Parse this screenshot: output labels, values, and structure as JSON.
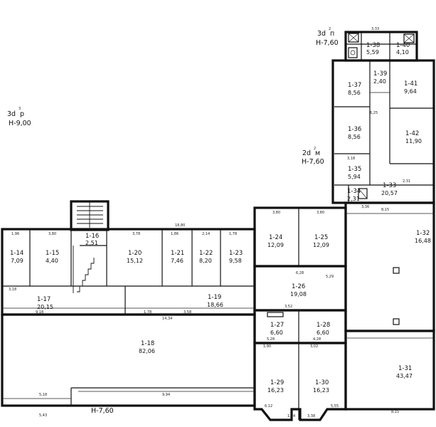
{
  "annotations": [
    {
      "id": "zone-3dp",
      "line1": "3d",
      "sup": "3",
      "line1b": "р",
      "line2": "Н-9,00"
    },
    {
      "id": "zone-2dm",
      "line1": "2d",
      "sup": "2",
      "line1b": "м",
      "line2": "Н-7,60"
    },
    {
      "id": "zone-3dpi",
      "line1": "3d",
      "sup": "2",
      "line1b": "п",
      "line2": "Н-7,60"
    },
    {
      "id": "zone-bottom",
      "line1": "Н-7,60"
    }
  ],
  "rooms": [
    {
      "id": "1-14",
      "area": "7,09"
    },
    {
      "id": "1-15",
      "area": "4,40"
    },
    {
      "id": "1-16",
      "area": "2,51"
    },
    {
      "id": "1-17",
      "area": "20,15"
    },
    {
      "id": "1-18",
      "area": "82,06"
    },
    {
      "id": "1-19",
      "area": "18,66"
    },
    {
      "id": "1-20",
      "area": "15,12"
    },
    {
      "id": "1-21",
      "area": "7,46"
    },
    {
      "id": "1-22",
      "area": "8,20"
    },
    {
      "id": "1-23",
      "area": "9,58"
    },
    {
      "id": "1-24",
      "area": "12,09"
    },
    {
      "id": "1-25",
      "area": "12,09"
    },
    {
      "id": "1-26",
      "area": "19,08"
    },
    {
      "id": "1-27",
      "area": "6,60"
    },
    {
      "id": "1-28",
      "area": "6,60"
    },
    {
      "id": "1-29",
      "area": "16,23"
    },
    {
      "id": "1-30",
      "area": "16,23"
    },
    {
      "id": "1-31",
      "area": "43,47"
    },
    {
      "id": "1-32",
      "area": "16,48"
    },
    {
      "id": "1-33",
      "area": "20,57"
    },
    {
      "id": "1-34",
      "area": "2,31"
    },
    {
      "id": "1-35",
      "area": "5,94"
    },
    {
      "id": "1-36",
      "area": "8,56"
    },
    {
      "id": "1-37",
      "area": "8,56"
    },
    {
      "id": "1-38",
      "area": "5,59"
    },
    {
      "id": "1-39",
      "area": "2,40"
    },
    {
      "id": "1-40",
      "area": "4,10"
    },
    {
      "id": "1-41",
      "area": "9,64"
    },
    {
      "id": "1-42",
      "area": "11,90"
    }
  ],
  "dimensions": {
    "d1": "18,80",
    "d2": "14,34",
    "d3": "3,80",
    "d4": "3,80",
    "d5": "1,96",
    "d6": "3,80",
    "d7": "3,78",
    "d8": "1,86",
    "d9": "2,14",
    "d10": "1,78",
    "d11": "1,78",
    "d12": "8,15",
    "d13": "9,18",
    "d14": "3,58",
    "d15": "5,18",
    "d16": "3,18",
    "d17": "5,43",
    "d18": "9,94",
    "d19": "6,12",
    "d20": "3,52",
    "d21": "1,14",
    "d22": "3,38",
    "d23": "1,90",
    "d24": "3,02",
    "d25": "5,28",
    "d26": "4,28",
    "d27": "5,55",
    "d28": "8,15",
    "d29": "3,33",
    "d30": "3,36",
    "d31": "3,18",
    "d32": "2,31",
    "d33": "6,25",
    "d34": "5,29",
    "d35": "6,28"
  }
}
